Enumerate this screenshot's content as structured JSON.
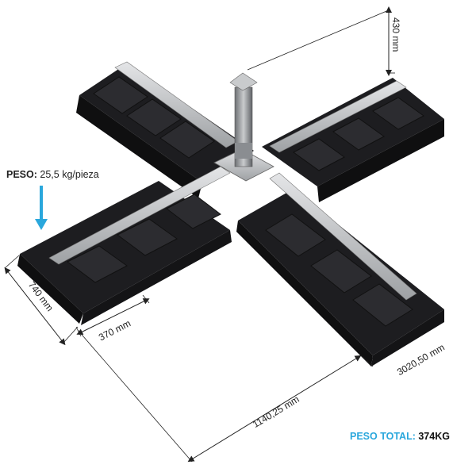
{
  "peso": {
    "label": "PESO:",
    "value": "25,5 kg/pieza"
  },
  "dimensions": {
    "height": "430 mm",
    "width": "740 mm",
    "block": "370 mm",
    "arm": "1140,25 mm",
    "total": "3020,50 mm"
  },
  "peso_total": {
    "label": "PESO TOTAL:",
    "value": "374KG"
  },
  "colors": {
    "accent": "#2aa7dc",
    "block": "#1b1b1d",
    "steel": "#c6c8ca"
  }
}
